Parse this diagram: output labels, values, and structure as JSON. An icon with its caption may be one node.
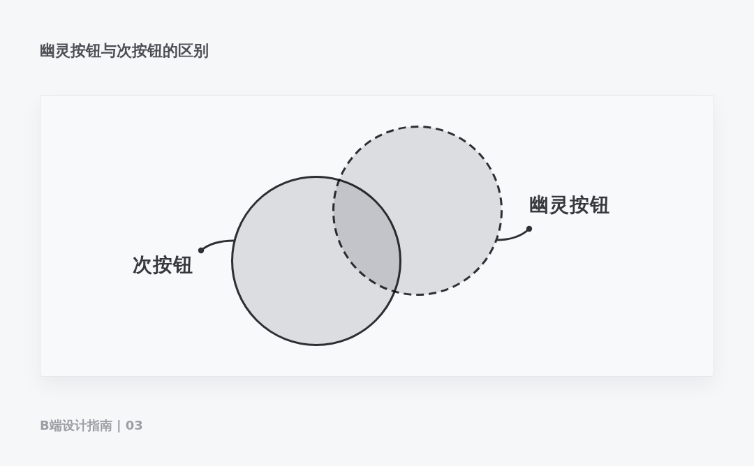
{
  "diagram": {
    "title": "幽灵按钮与次按钮的区别",
    "nodes": [
      {
        "text": [
          "次按钮"
        ]
      },
      {
        "text": [],
        "shape": "circle"
      },
      {
        "text": [],
        "shape": "circle"
      },
      {
        "text": [
          "幽灵按钮"
        ]
      }
    ],
    "edges": [
      {
        "from": 0,
        "to": 1,
        "arrow": "other"
      },
      {
        "from": 3,
        "to": 2,
        "arrow": "other"
      }
    ],
    "labels": [
      "B端设计指南 | 03"
    ]
  }
}
